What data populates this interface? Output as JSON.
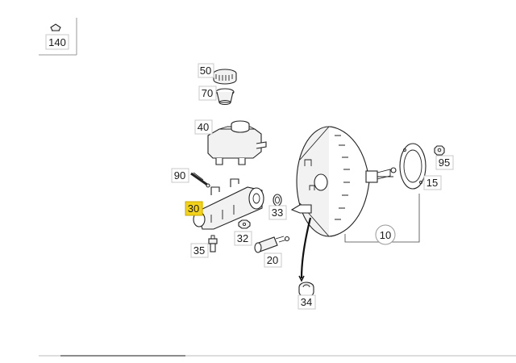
{
  "diagram": {
    "labels": {
      "p140": "140",
      "p50": "50",
      "p70": "70",
      "p40": "40",
      "p90": "90",
      "p30": "30",
      "p35": "35",
      "p32": "32",
      "p33": "33",
      "p20": "20",
      "p34": "34",
      "p10": "10",
      "p15": "15",
      "p95": "95"
    },
    "highlight_color": "#f2d21a"
  }
}
